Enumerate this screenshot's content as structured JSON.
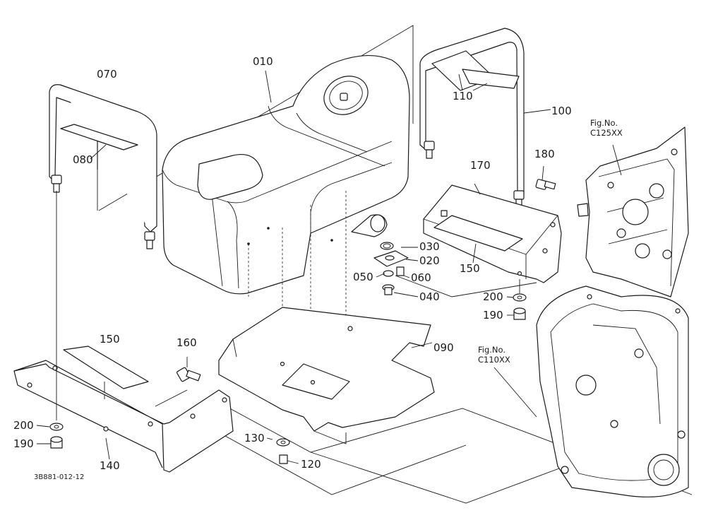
{
  "parts": {
    "p010": "010",
    "p020": "020",
    "p030": "030",
    "p040": "040",
    "p050": "050",
    "p060": "060",
    "p070": "070",
    "p080": "080",
    "p090": "090",
    "p100": "100",
    "p110": "110",
    "p120": "120",
    "p130": "130",
    "p140": "140",
    "p150_top": "150",
    "p150_right": "150",
    "p160": "160",
    "p170": "170",
    "p180": "180",
    "p190_left": "190",
    "p190_right": "190",
    "p200_left": "200",
    "p200_right": "200"
  },
  "figures": {
    "c125": {
      "label": "Fig.No.",
      "code": "C125XX"
    },
    "c110": {
      "label": "Fig.No.",
      "code": "C110XX"
    }
  },
  "drawing_code": "3B881-012-12"
}
